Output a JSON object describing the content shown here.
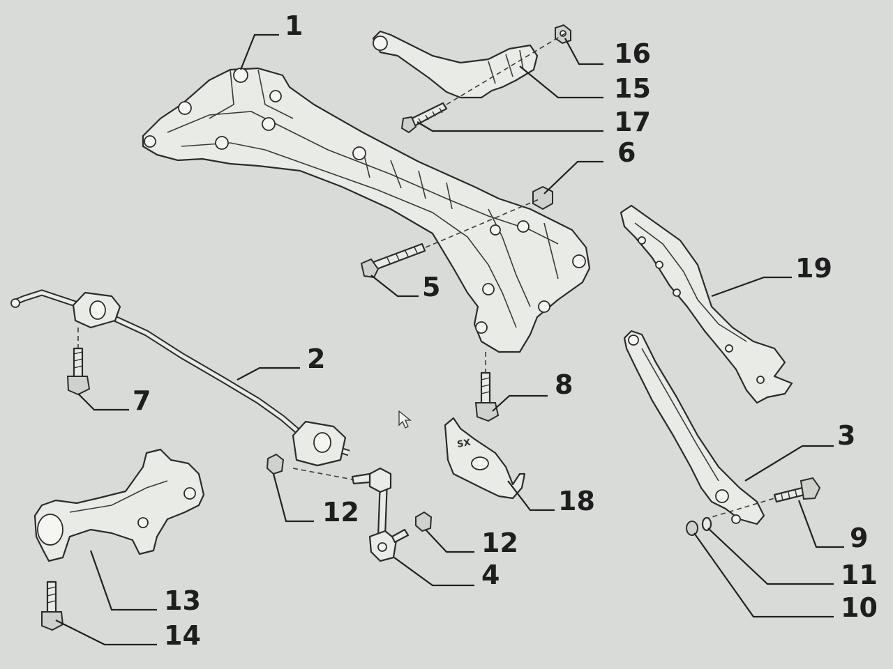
{
  "diagram": {
    "callouts": [
      {
        "id": "c1",
        "text": "1"
      },
      {
        "id": "c2",
        "text": "2"
      },
      {
        "id": "c3",
        "text": "3"
      },
      {
        "id": "c4",
        "text": "4"
      },
      {
        "id": "c5",
        "text": "5"
      },
      {
        "id": "c6",
        "text": "6"
      },
      {
        "id": "c7",
        "text": "7"
      },
      {
        "id": "c8",
        "text": "8"
      },
      {
        "id": "c9",
        "text": "9"
      },
      {
        "id": "c10",
        "text": "10"
      },
      {
        "id": "c11",
        "text": "11"
      },
      {
        "id": "c12a",
        "text": "12"
      },
      {
        "id": "c12b",
        "text": "12"
      },
      {
        "id": "c13",
        "text": "13"
      },
      {
        "id": "c14",
        "text": "14"
      },
      {
        "id": "c15",
        "text": "15"
      },
      {
        "id": "c16",
        "text": "16"
      },
      {
        "id": "c17",
        "text": "17"
      },
      {
        "id": "c18",
        "text": "18"
      },
      {
        "id": "c19",
        "text": "19"
      }
    ],
    "part_18_marking": "SX"
  },
  "colors": {
    "background": "#d9dbd8",
    "line": "#2b2b2b",
    "part_fill": "#e9ebe6"
  },
  "cursor_icon": "mouse-pointer-icon"
}
